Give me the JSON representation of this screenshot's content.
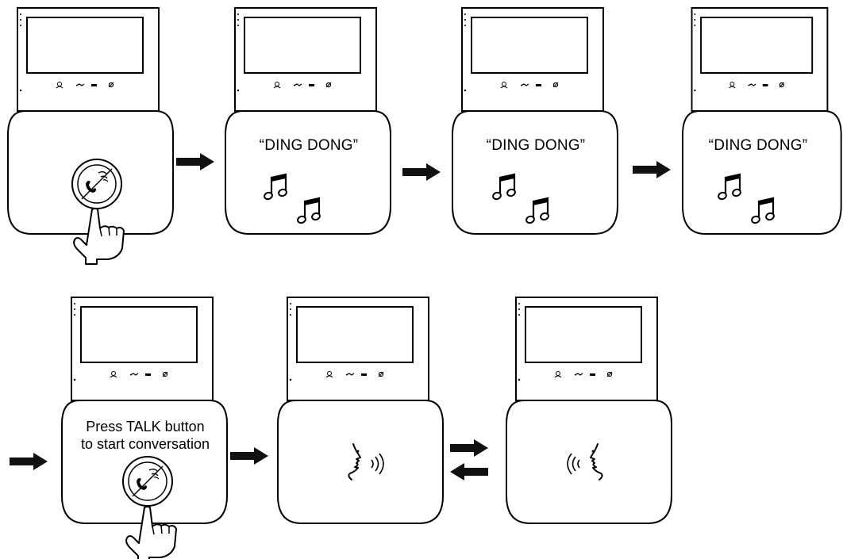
{
  "steps_row1": [
    {
      "id": "press-call",
      "caption": ""
    },
    {
      "id": "ring-1",
      "caption": "“DING DONG”"
    },
    {
      "id": "ring-2",
      "caption": "“DING DONG”"
    },
    {
      "id": "ring-3",
      "caption": "“DING DONG”"
    }
  ],
  "steps_row2": [
    {
      "id": "press-talk",
      "caption_line1": "Press TALK button",
      "caption_line2": "to start conversation"
    },
    {
      "id": "speaking",
      "caption": ""
    },
    {
      "id": "listening",
      "caption": ""
    }
  ],
  "icons": {
    "talk_button": "phone-handset-icon",
    "hand": "pointing-hand-icon",
    "notes": "music-notes-icon",
    "speaker": "speaking-face-icon",
    "arrow": "right-arrow-icon"
  },
  "colors": {
    "line": "#000000",
    "background": "#ffffff"
  }
}
